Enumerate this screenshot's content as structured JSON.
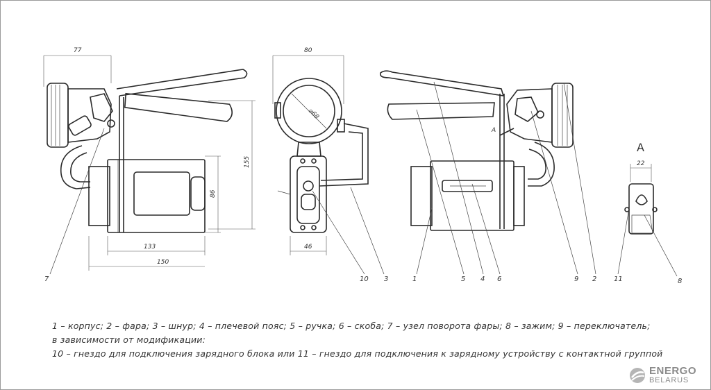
{
  "dimensions": {
    "side_width": "77",
    "front_width": "80",
    "height": "155",
    "body_height": "86",
    "body_length_inner": "133",
    "body_length": "150",
    "bracket_width": "46",
    "lamp_diameter": "⌀68",
    "clip_width": "22"
  },
  "view_label": "A",
  "section_label": "A",
  "callouts": [
    "7",
    "10",
    "3",
    "1",
    "5",
    "4",
    "6",
    "9",
    "2",
    "11",
    "8"
  ],
  "caption": {
    "line1": "1 – корпус; 2 – фара; 3 – шнур; 4 – плечевой пояс; 5 – ручка; 6 – скоба; 7 – узел поворота фары; 8 – зажим;   9 – переключатель;",
    "line2": "в зависимости от модификации:",
    "line3": "10 – гнездо для подключения зарядного блока или 11 – гнездо для подключения к зарядному устройству с контактной группой"
  },
  "logo": {
    "top": "ENERGO",
    "bottom": "BELARUS"
  }
}
